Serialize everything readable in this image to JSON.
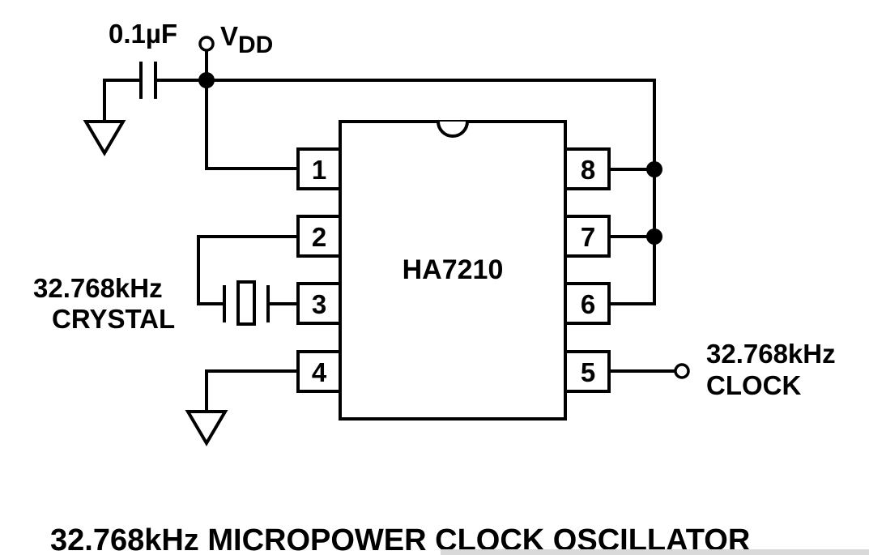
{
  "chip": {
    "name": "HA7210",
    "pins": [
      "1",
      "2",
      "3",
      "4",
      "5",
      "6",
      "7",
      "8"
    ]
  },
  "labels": {
    "capacitor_value": "0.1µF",
    "vdd_main": "V",
    "vdd_sub": "DD",
    "crystal_freq": "32.768kHz",
    "crystal_word": "CRYSTAL",
    "clock_freq": "32.768kHz",
    "clock_word": "CLOCK"
  },
  "caption": "32.768kHz MICROPOWER CLOCK OSCILLATOR",
  "colors": {
    "ink": "#000000",
    "background": "#ffffff"
  }
}
